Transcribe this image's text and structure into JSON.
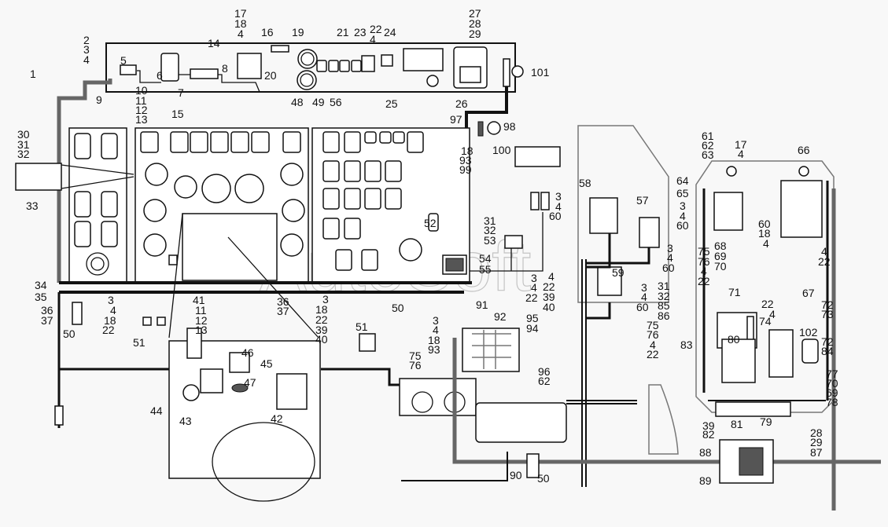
{
  "diagram": {
    "title": "Instrument panel and cab wiring harness layout",
    "watermark": "AutoSoft"
  },
  "callouts": [
    "2",
    "3",
    "4",
    "1",
    "5",
    "6",
    "7",
    "8",
    "9",
    "10",
    "11",
    "12",
    "13",
    "14",
    "15",
    "16",
    "17",
    "18",
    "4",
    "19",
    "20",
    "21",
    "23",
    "22",
    "4",
    "24",
    "25",
    "48",
    "49",
    "56",
    "27",
    "28",
    "29",
    "26",
    "101",
    "97",
    "98",
    "100",
    "18",
    "93",
    "99",
    "30",
    "31",
    "32",
    "33",
    "34",
    "35",
    "36",
    "37",
    "50",
    "3",
    "4",
    "18",
    "22",
    "51",
    "41",
    "11",
    "12",
    "13",
    "36",
    "37",
    "3",
    "18",
    "22",
    "39",
    "40",
    "51",
    "50",
    "46",
    "45",
    "47",
    "44",
    "43",
    "42",
    "31",
    "32",
    "53",
    "54",
    "55",
    "52",
    "3",
    "4",
    "22",
    "4",
    "22",
    "39",
    "40",
    "91",
    "92",
    "95",
    "94",
    "3",
    "4",
    "18",
    "93",
    "75",
    "76",
    "96",
    "62",
    "90",
    "50",
    "58",
    "3",
    "4",
    "60",
    "57",
    "3",
    "4",
    "60",
    "59",
    "3",
    "4",
    "60",
    "61",
    "62",
    "63",
    "17",
    "4",
    "66",
    "64",
    "65",
    "3",
    "4",
    "60",
    "60",
    "18",
    "4",
    "75",
    "76",
    "4",
    "22",
    "68",
    "69",
    "70",
    "4",
    "22",
    "67",
    "71",
    "31",
    "32",
    "85",
    "86",
    "74",
    "22",
    "4",
    "72",
    "73",
    "75",
    "76",
    "4",
    "22",
    "80",
    "102",
    "72",
    "84",
    "83",
    "77",
    "70",
    "69",
    "78",
    "39",
    "82",
    "81",
    "79",
    "88",
    "89",
    "28",
    "29",
    "87"
  ]
}
